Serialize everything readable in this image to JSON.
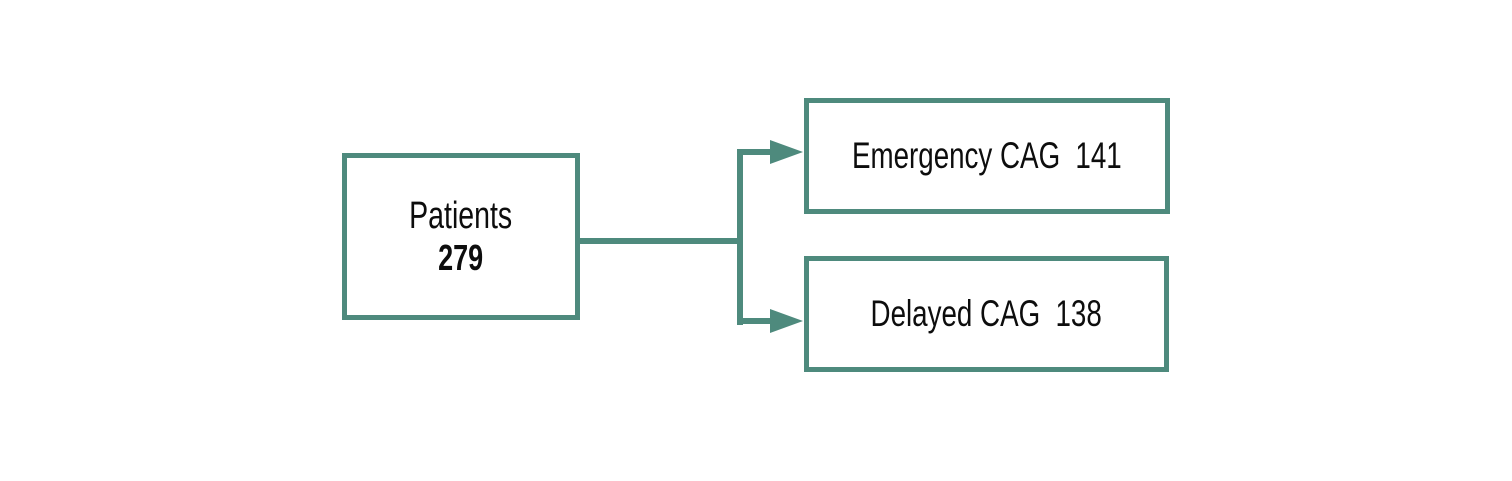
{
  "colors": {
    "line": "#4e8a7d",
    "text": "#0d0d0d",
    "box_fill": "#ffffff",
    "background": "#ffffff"
  },
  "flowchart": {
    "root": {
      "label": "Patients",
      "count": "279"
    },
    "branches": [
      {
        "label": "Emergency CAG",
        "count": "141"
      },
      {
        "label": "Delayed CAG",
        "count": "138"
      }
    ]
  }
}
